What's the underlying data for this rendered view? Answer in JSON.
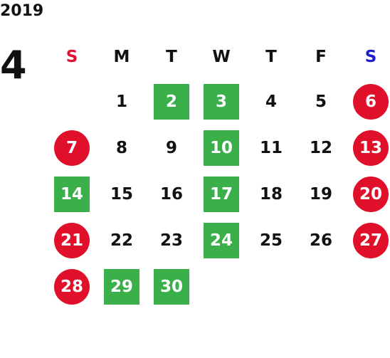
{
  "year": "2019",
  "month": "4",
  "weekdays": [
    "S",
    "M",
    "T",
    "W",
    "T",
    "F",
    "S"
  ],
  "colors": {
    "sunday_header": "#e01030",
    "saturday_header": "#1e1ecf",
    "holiday_red": "#e0102a",
    "highlight_green": "#3aaf4a"
  },
  "weeks": [
    [
      {
        "day": "",
        "style": "none"
      },
      {
        "day": "1",
        "style": "none"
      },
      {
        "day": "2",
        "style": "green"
      },
      {
        "day": "3",
        "style": "green"
      },
      {
        "day": "4",
        "style": "none"
      },
      {
        "day": "5",
        "style": "none"
      },
      {
        "day": "6",
        "style": "red"
      }
    ],
    [
      {
        "day": "7",
        "style": "red"
      },
      {
        "day": "8",
        "style": "none"
      },
      {
        "day": "9",
        "style": "none"
      },
      {
        "day": "10",
        "style": "green"
      },
      {
        "day": "11",
        "style": "none"
      },
      {
        "day": "12",
        "style": "none"
      },
      {
        "day": "13",
        "style": "red"
      }
    ],
    [
      {
        "day": "14",
        "style": "green"
      },
      {
        "day": "15",
        "style": "none"
      },
      {
        "day": "16",
        "style": "none"
      },
      {
        "day": "17",
        "style": "green"
      },
      {
        "day": "18",
        "style": "none"
      },
      {
        "day": "19",
        "style": "none"
      },
      {
        "day": "20",
        "style": "red"
      }
    ],
    [
      {
        "day": "21",
        "style": "red"
      },
      {
        "day": "22",
        "style": "none"
      },
      {
        "day": "23",
        "style": "none"
      },
      {
        "day": "24",
        "style": "green"
      },
      {
        "day": "25",
        "style": "none"
      },
      {
        "day": "26",
        "style": "none"
      },
      {
        "day": "27",
        "style": "red"
      }
    ],
    [
      {
        "day": "28",
        "style": "red"
      },
      {
        "day": "29",
        "style": "green"
      },
      {
        "day": "30",
        "style": "green"
      },
      {
        "day": "",
        "style": "none"
      },
      {
        "day": "",
        "style": "none"
      },
      {
        "day": "",
        "style": "none"
      },
      {
        "day": "",
        "style": "none"
      }
    ]
  ]
}
